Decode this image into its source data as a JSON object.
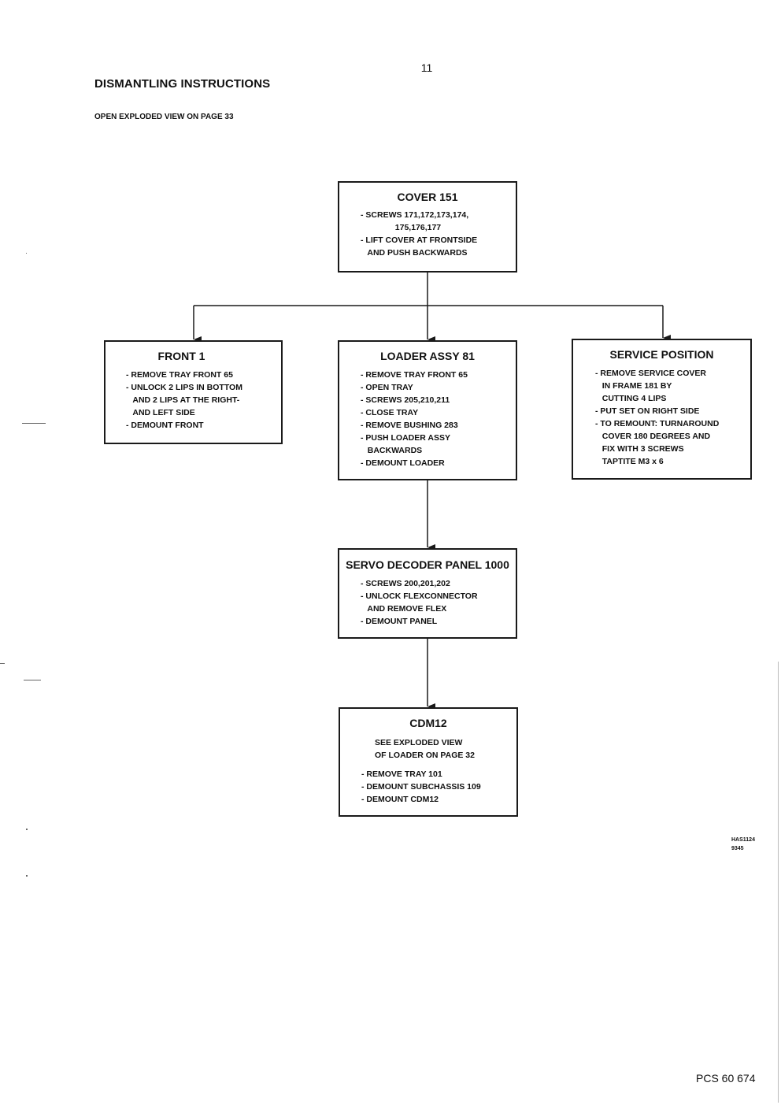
{
  "page_number": "11",
  "title": "DISMANTLING INSTRUCTIONS",
  "subtitle": "OPEN EXPLODED VIEW ON PAGE 33",
  "boxes": {
    "cover": {
      "title": "COVER  151",
      "lines": [
        "- SCREWS 171,172,173,174,",
        "               175,176,177",
        "- LIFT COVER AT FRONTSIDE",
        "   AND PUSH BACKWARDS"
      ]
    },
    "front": {
      "title": "FRONT  1",
      "lines": [
        "- REMOVE TRAY FRONT 65",
        "- UNLOCK 2 LIPS IN BOTTOM",
        "   AND 2 LIPS AT THE RIGHT-",
        "   AND LEFT SIDE",
        "- DEMOUNT FRONT"
      ]
    },
    "loader": {
      "title": "LOADER ASSY  81",
      "lines": [
        "- REMOVE TRAY FRONT 65",
        "- OPEN TRAY",
        "- SCREWS 205,210,211",
        "- CLOSE TRAY",
        "- REMOVE BUSHING 283",
        "- PUSH LOADER ASSY",
        "   BACKWARDS",
        "- DEMOUNT LOADER"
      ]
    },
    "service": {
      "title": "SERVICE POSITION",
      "lines": [
        "- REMOVE SERVICE COVER",
        "   IN FRAME 181 BY",
        "   CUTTING 4 LIPS",
        "- PUT SET ON RIGHT SIDE",
        "- TO REMOUNT: TURNAROUND",
        "   COVER 180 DEGREES AND",
        "   FIX WITH 3 SCREWS",
        "   TAPTITE M3 x 6"
      ]
    },
    "servo": {
      "title": "SERVO DECODER PANEL 1000",
      "lines": [
        "- SCREWS 200,201,202",
        "- UNLOCK FLEXCONNECTOR",
        "   AND REMOVE FLEX",
        "- DEMOUNT PANEL"
      ]
    },
    "cdm": {
      "title": "CDM12",
      "note_lines": [
        "SEE EXPLODED VIEW",
        "OF LOADER ON PAGE 32"
      ],
      "lines": [
        "- REMOVE TRAY 101",
        "- DEMOUNT SUBCHASSIS 109",
        "- DEMOUNT CDM12"
      ]
    }
  },
  "drawing_code": [
    "HAS1124",
    "9345"
  ],
  "footer_code": "PCS 60 674",
  "colors": {
    "line": "#1a1a1a",
    "background": "#ffffff"
  }
}
